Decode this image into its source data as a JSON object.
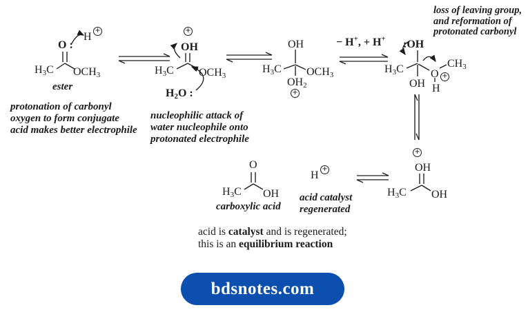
{
  "colors": {
    "ink": "#1b1b1b",
    "badge_bg": "#0c4fae",
    "badge_fg": "#ffffff",
    "background": "#ffffff"
  },
  "symbols": {
    "plus": "+"
  },
  "formulas": {
    "ester_o": {
      "p1": "O :"
    },
    "ester_hplus": {
      "p1": "H"
    },
    "ester_h3c": {
      "p1": "H",
      "s1": "3",
      "p2": "C"
    },
    "ester_och3": {
      "p1": "OCH",
      "s1": "3"
    },
    "prot_oh": {
      "p1": "OH"
    },
    "prot_h3c": {
      "p1": "H",
      "s1": "3",
      "p2": "C"
    },
    "prot_och3": {
      "p1": "OCH",
      "s1": "3"
    },
    "prot_h2o": {
      "p1": "H",
      "s1": "2",
      "p2": "O :"
    },
    "tet_oh": {
      "p1": "OH"
    },
    "tet_h3c": {
      "p1": "H",
      "s1": "3",
      "p2": "C"
    },
    "tet_och3": {
      "p1": "OCH",
      "s1": "3"
    },
    "tet_oh2": {
      "p1": "OH",
      "s1": "2"
    },
    "lg_oh_top": {
      "p1": ":OH"
    },
    "lg_h3c": {
      "p1": "H",
      "s1": "3",
      "p2": "C"
    },
    "lg_oh": {
      "p1": "OH"
    },
    "lg_o": {
      "p1": "O"
    },
    "lg_ch3": {
      "p1": "CH",
      "s1": "3"
    },
    "lg_h": {
      "p1": "H"
    },
    "pacid_oh_top": {
      "p1": "OH"
    },
    "pacid_h3c": {
      "p1": "H",
      "s1": "3",
      "p2": "C"
    },
    "pacid_oh": {
      "p1": "OH"
    },
    "ca_o": {
      "p1": "O"
    },
    "ca_h3c": {
      "p1": "H",
      "s1": "3",
      "p2": "C"
    },
    "ca_oh": {
      "p1": "OH"
    },
    "hcat": {
      "p1": "H"
    }
  },
  "names": {
    "ester": "ester",
    "carboxylic_acid": "carboxylic acid"
  },
  "captions": {
    "protonation": [
      "protonation of carbonyl",
      "oxygen to form conjugate",
      "acid makes better electrophile"
    ],
    "nucleophilic": [
      "nucleophilic attack of",
      "water nucleophile onto",
      "protonated electrophile"
    ],
    "loss": [
      "loss of leaving group,",
      "and reformation of",
      "protonated carbonyl"
    ],
    "catalyst": [
      "acid catalyst",
      "regenerated"
    ]
  },
  "proton_transfer": {
    "t1": "− H",
    "sup1": "+",
    "t2": ", + H",
    "sup2": "+"
  },
  "note": {
    "t1": "acid is ",
    "b1": "catalyst",
    "t2": " and is regenerated;",
    "t3": "this is an ",
    "b2": "equilibrium reaction"
  },
  "badge": {
    "text": "bdsnotes.com"
  }
}
